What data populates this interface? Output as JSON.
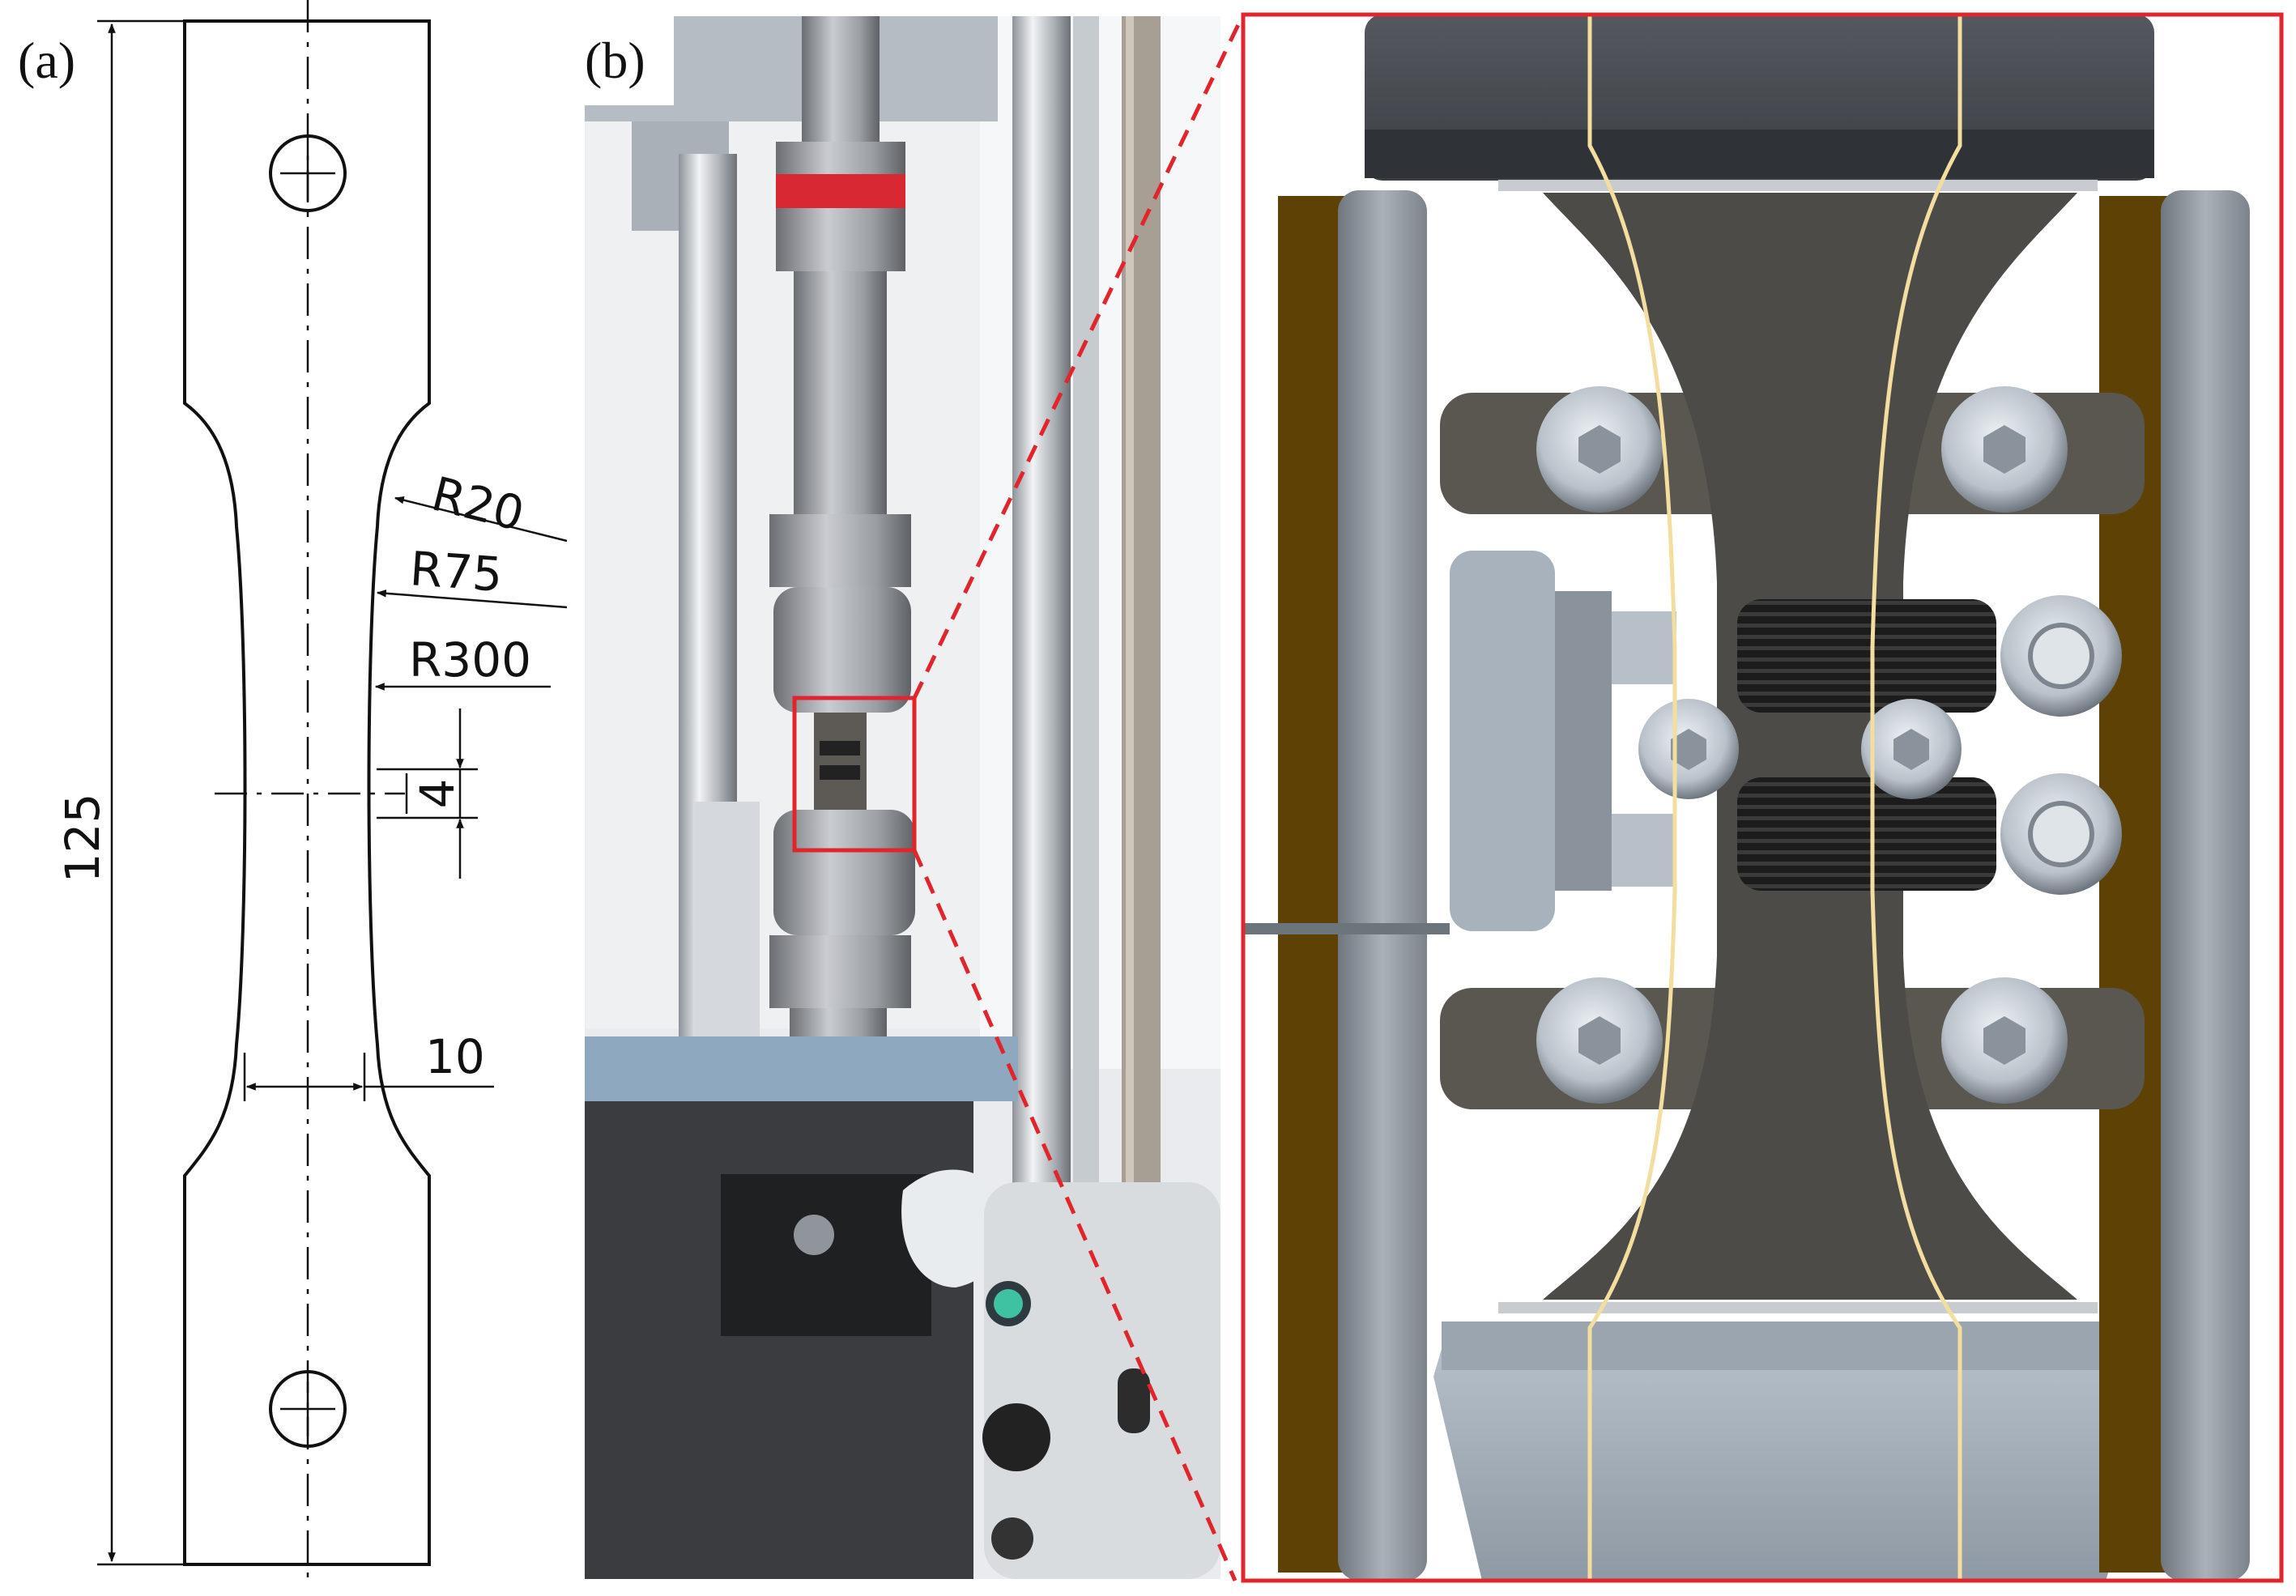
{
  "panels": {
    "a": {
      "label": "(a)"
    },
    "b": {
      "label": "(b)"
    }
  },
  "dimensions": {
    "radius_1": "R20",
    "radius_2": "R75",
    "radius_3": "R300",
    "gauge_length": "4",
    "total_length": "125",
    "gauge_width": "10"
  },
  "colors": {
    "zoom_frame": "#e0262c",
    "bronze_plate": "#5e4205",
    "steel_frame": "#8a929c",
    "specimen": "#4d4b48",
    "outline": "#f3dea0"
  }
}
